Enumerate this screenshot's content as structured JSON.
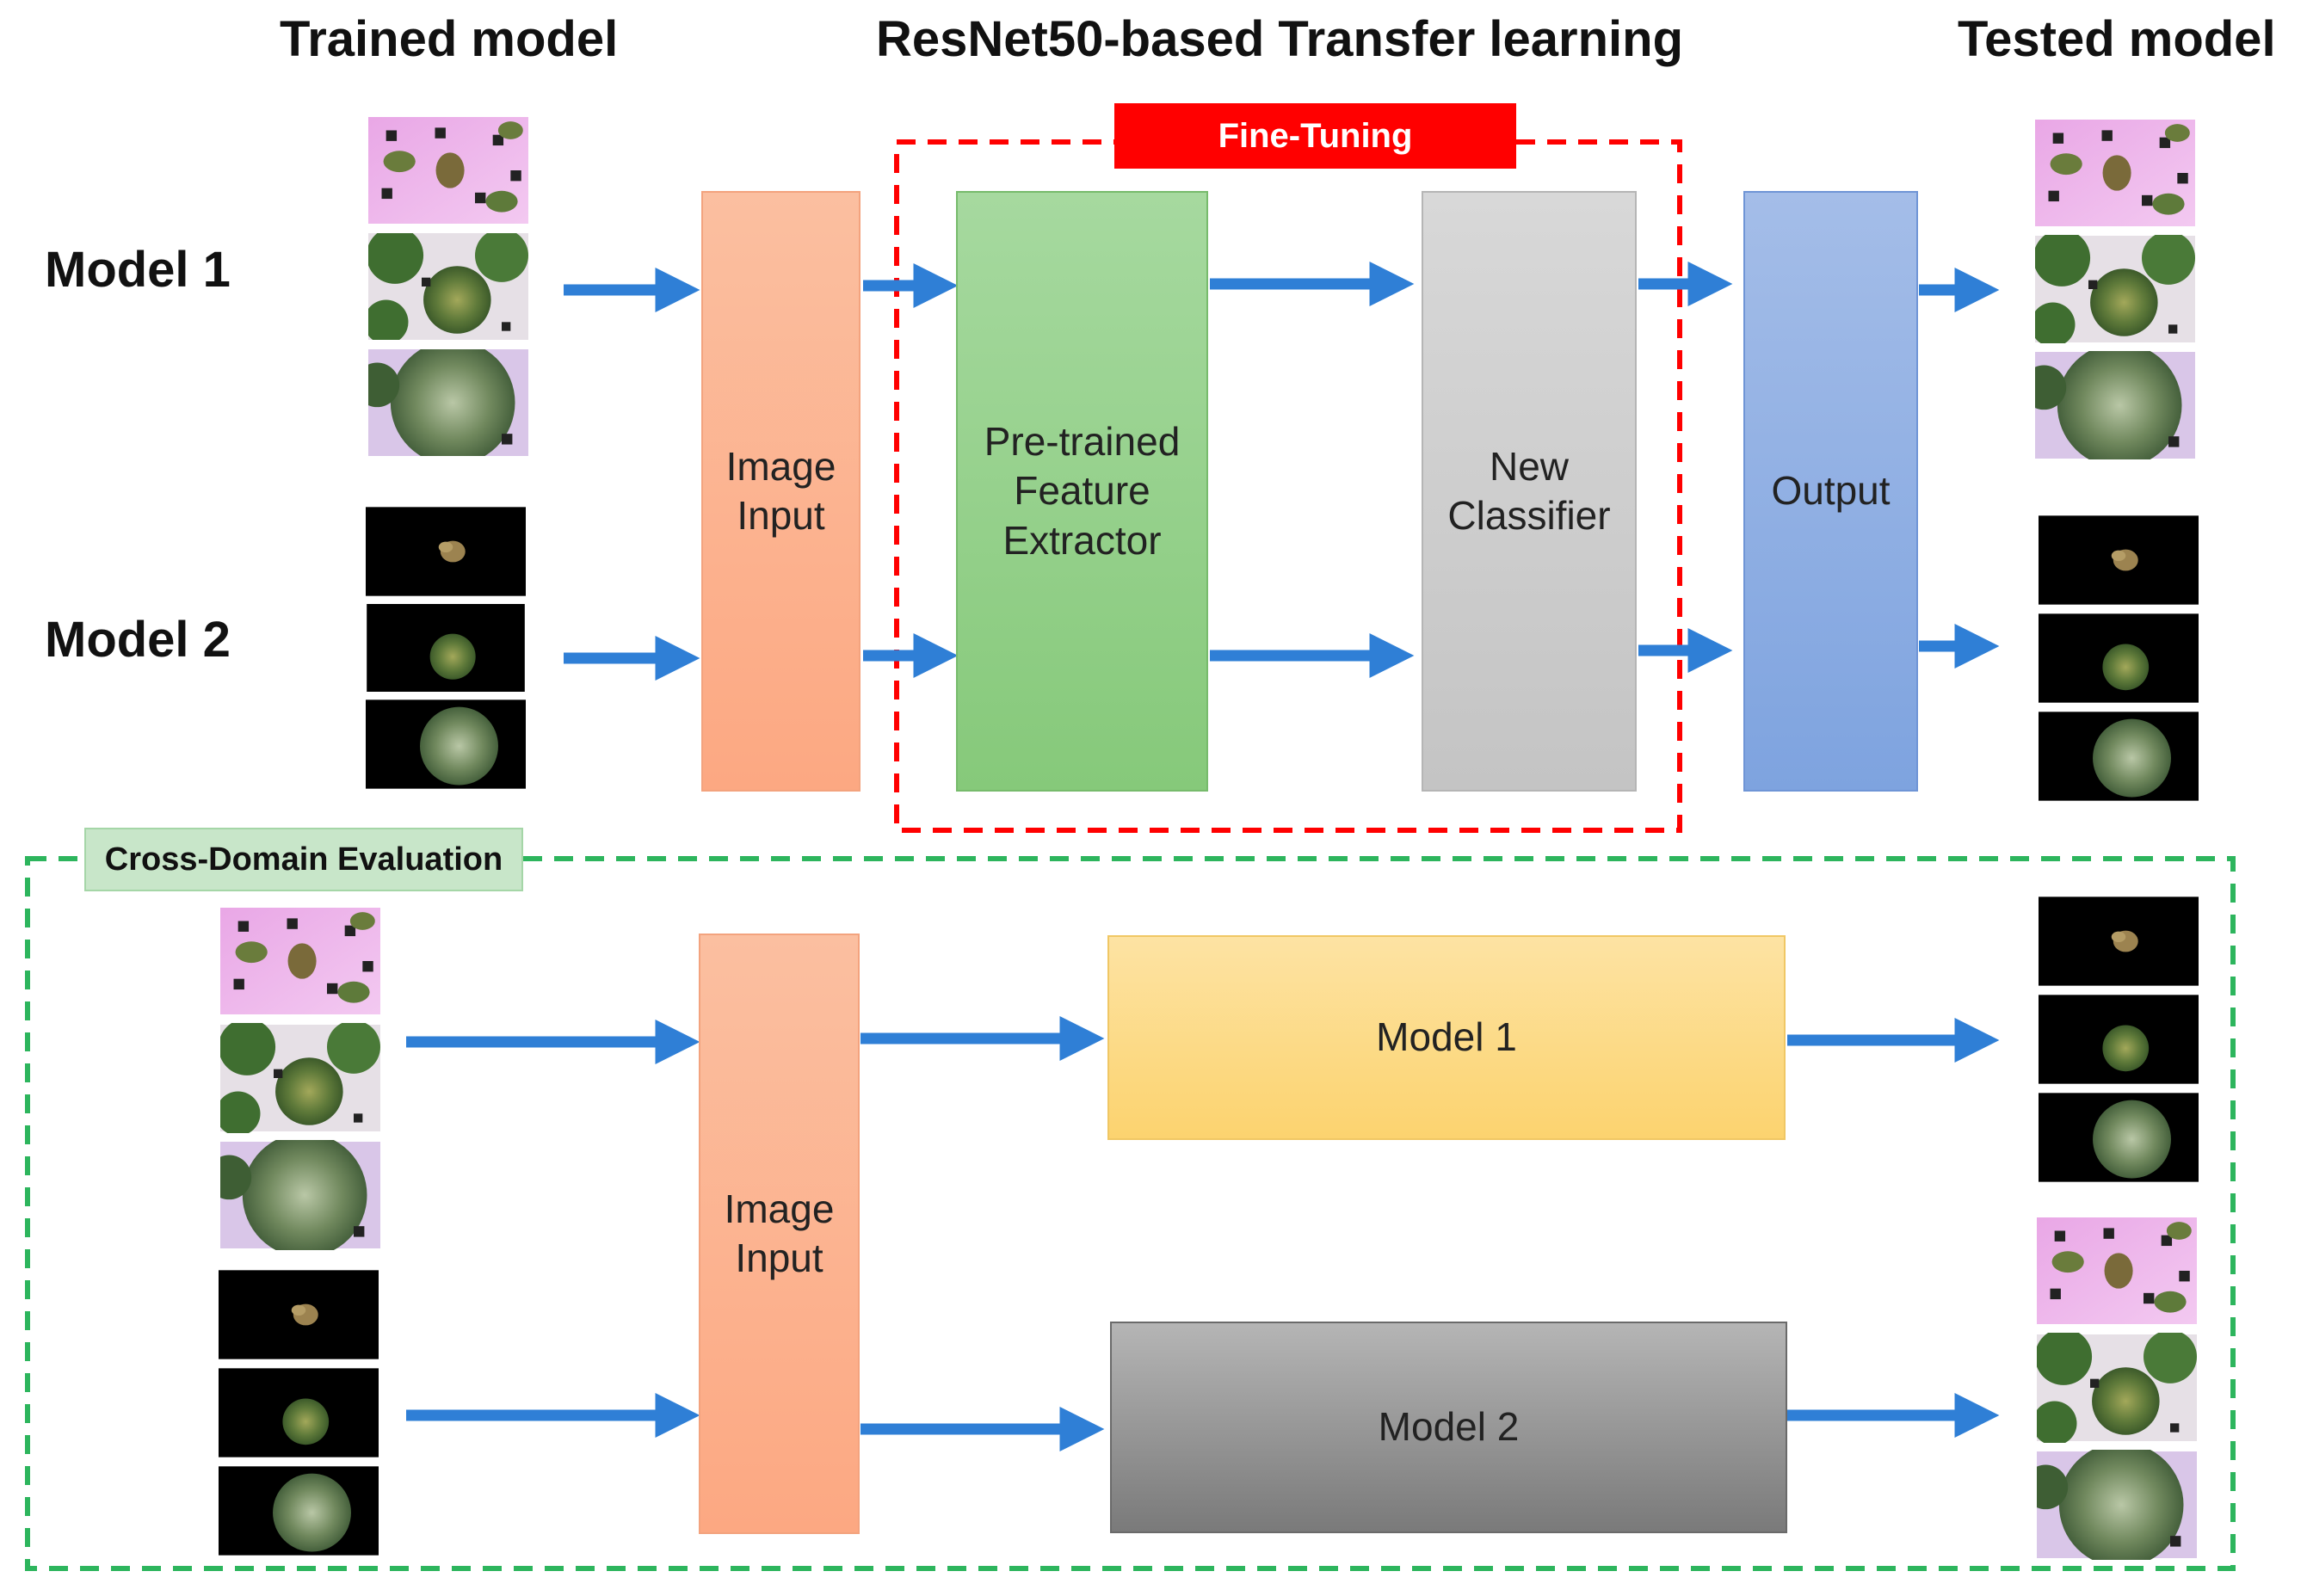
{
  "headers": {
    "trained": "Trained model",
    "resnet": "ResNet50-based Transfer learning",
    "tested": "Tested model"
  },
  "row_labels": {
    "model1": "Model 1",
    "model2": "Model 2"
  },
  "fine_tuning": {
    "label": "Fine-Tuning",
    "color": "#ff0000"
  },
  "cross_domain": {
    "label": "Cross-Domain Evaluation",
    "bg": "#c8e6c9",
    "border": "#2db55d"
  },
  "blocks": {
    "image_input_top": {
      "line1": "Image",
      "line2": "Input"
    },
    "feature_extractor": {
      "line1": "Pre-trained",
      "line2": "Feature",
      "line3": "Extractor"
    },
    "new_classifier": {
      "line1": "New",
      "line2": "Classifier"
    },
    "output": {
      "label": "Output"
    },
    "image_input_bottom": {
      "line1": "Image",
      "line2": "Input"
    },
    "model1_box": {
      "label": "Model 1"
    },
    "model2_box": {
      "label": "Model 2"
    }
  },
  "colors": {
    "arrow": "#2f7fd6",
    "image_input": "#fbb490",
    "feature_extractor": "#93d18a",
    "new_classifier": "#cfcfcf",
    "output": "#8fb0e3",
    "model1_box": "#fcd87f",
    "model2_box": "#8a8a8a"
  },
  "icons": {
    "pink_lettuce": "lettuce-pink-photo",
    "black_lettuce": "lettuce-black-photo"
  }
}
